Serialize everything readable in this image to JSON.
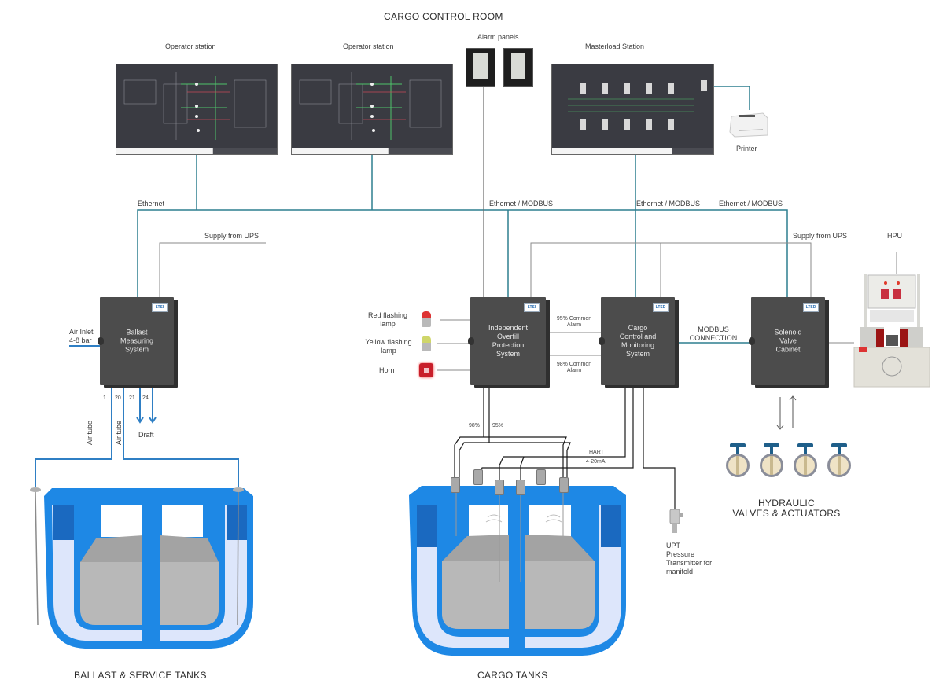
{
  "title": "CARGO CONTROL ROOM",
  "stations": {
    "operator_1": "Operator station",
    "operator_2": "Operator station",
    "alarm_panels": "Alarm panels",
    "masterload": "Masterload Station",
    "printer": "Printer"
  },
  "network_labels": {
    "ethernet": "Ethernet",
    "eth_modbus_1": "Ethernet / MODBUS",
    "eth_modbus_2": "Ethernet / MODBUS",
    "eth_modbus_3": "Ethernet / MODBUS",
    "supply_ups_left": "Supply from UPS",
    "supply_ups_right": "Supply from UPS",
    "modbus_connection_1": "MODBUS",
    "modbus_connection_2": "CONNECTION"
  },
  "cabinets": {
    "ballast": {
      "logo": "LTSI",
      "lines": [
        "Ballast",
        "Measuring",
        "System"
      ]
    },
    "overfill": {
      "logo": "LTSI",
      "lines": [
        "Independent",
        "Overfill",
        "Protection",
        "System"
      ]
    },
    "cargo": {
      "logo": "LTSD",
      "lines": [
        "Cargo",
        "Control and",
        "Monitoring",
        "System"
      ]
    },
    "solenoid": {
      "logo": "LTSD",
      "lines": [
        "Solenoid",
        "Valve",
        "Cabinet"
      ]
    }
  },
  "ballast_io": {
    "air_inlet_1": "Air Inlet",
    "air_inlet_2": "4-8 bar",
    "ports": [
      "1",
      "20",
      "21",
      "24"
    ],
    "air_tube_1": "Air tube",
    "air_tube_2": "Air tube",
    "draft": "Draft"
  },
  "alarms": {
    "red_lamp_1": "Red flashing",
    "red_lamp_2": "lamp",
    "yellow_lamp_1": "Yellow flashing",
    "yellow_lamp_2": "lamp",
    "horn": "Horn",
    "common_95_1": "95% Common",
    "common_95_2": "Alarm",
    "common_98_1": "98% Common",
    "common_98_2": "Alarm"
  },
  "cargo_io": {
    "pct_98": "98%",
    "pct_95": "95%",
    "hart": "HART",
    "ma": "4-20mA"
  },
  "upt": [
    "UPT",
    "Pressure",
    "Transmitter for",
    "manifold"
  ],
  "hpu": "HPU",
  "hydraulic": [
    "HYDRAULIC",
    "VALVES & ACTUATORS"
  ],
  "tanks": {
    "ballast": "BALLAST & SERVICE TANKS",
    "cargo": "CARGO TANKS"
  },
  "colors": {
    "network_teal": "#2d7f8f",
    "air_blue": "#2f7fc4",
    "supply_gray": "#8a8a8a",
    "signal_black": "#1a1a1a",
    "tank_blue": "#1e88e5",
    "cabinet": "#4c4c4c"
  }
}
